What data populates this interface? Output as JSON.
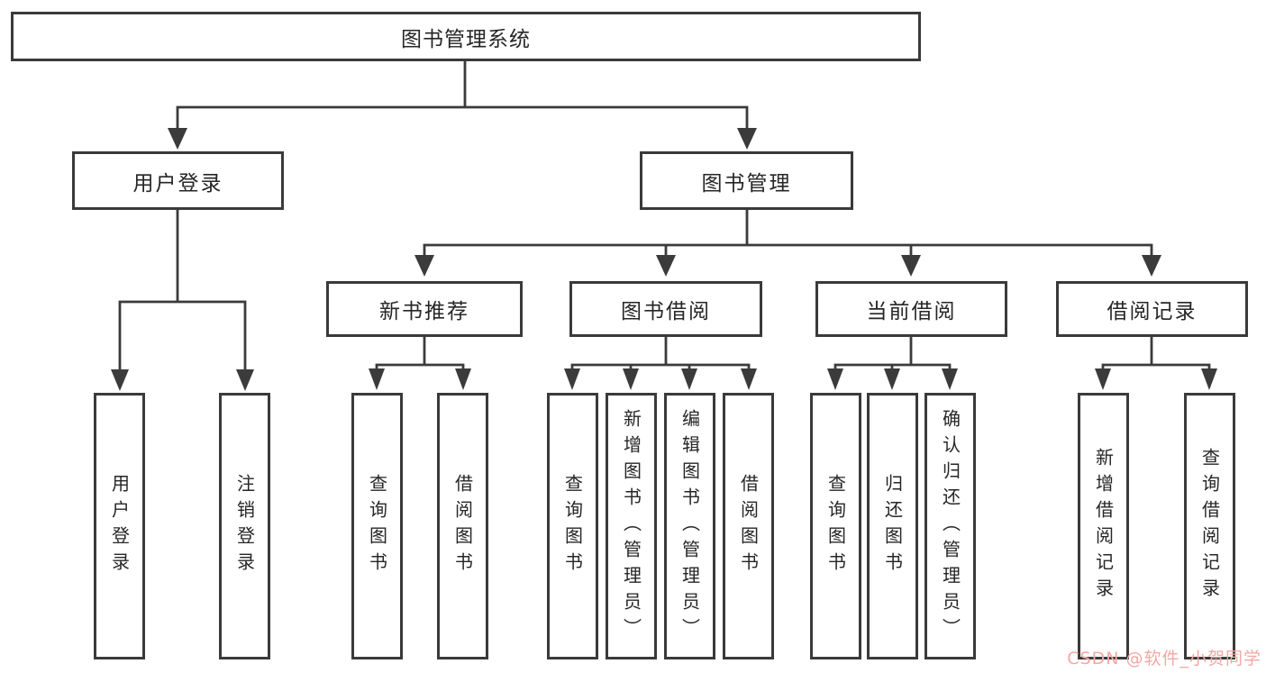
{
  "diagram": {
    "title": "图书管理系统",
    "line_color": "#3b3b3b",
    "text_color": "#262626",
    "background": "#ffffff",
    "level1": [
      {
        "label": "用户登录"
      },
      {
        "label": "图书管理"
      }
    ],
    "login_children": [
      "用户登录",
      "注销登录"
    ],
    "branches": [
      {
        "label": "新书推荐",
        "children": [
          "查询图书",
          "借阅图书"
        ]
      },
      {
        "label": "图书借阅",
        "children": [
          "查询图书",
          "新增图书（管理员）",
          "编辑图书（管理员）",
          "借阅图书"
        ]
      },
      {
        "label": "当前借阅",
        "children": [
          "查询图书",
          "归还图书",
          "确认归还（管理员）"
        ]
      },
      {
        "label": "借阅记录",
        "children": [
          "新增借阅记录",
          "查询借阅记录"
        ]
      }
    ]
  },
  "watermark": {
    "text": "CSDN @软件_小贺同学",
    "color": "#f3a8a3"
  }
}
